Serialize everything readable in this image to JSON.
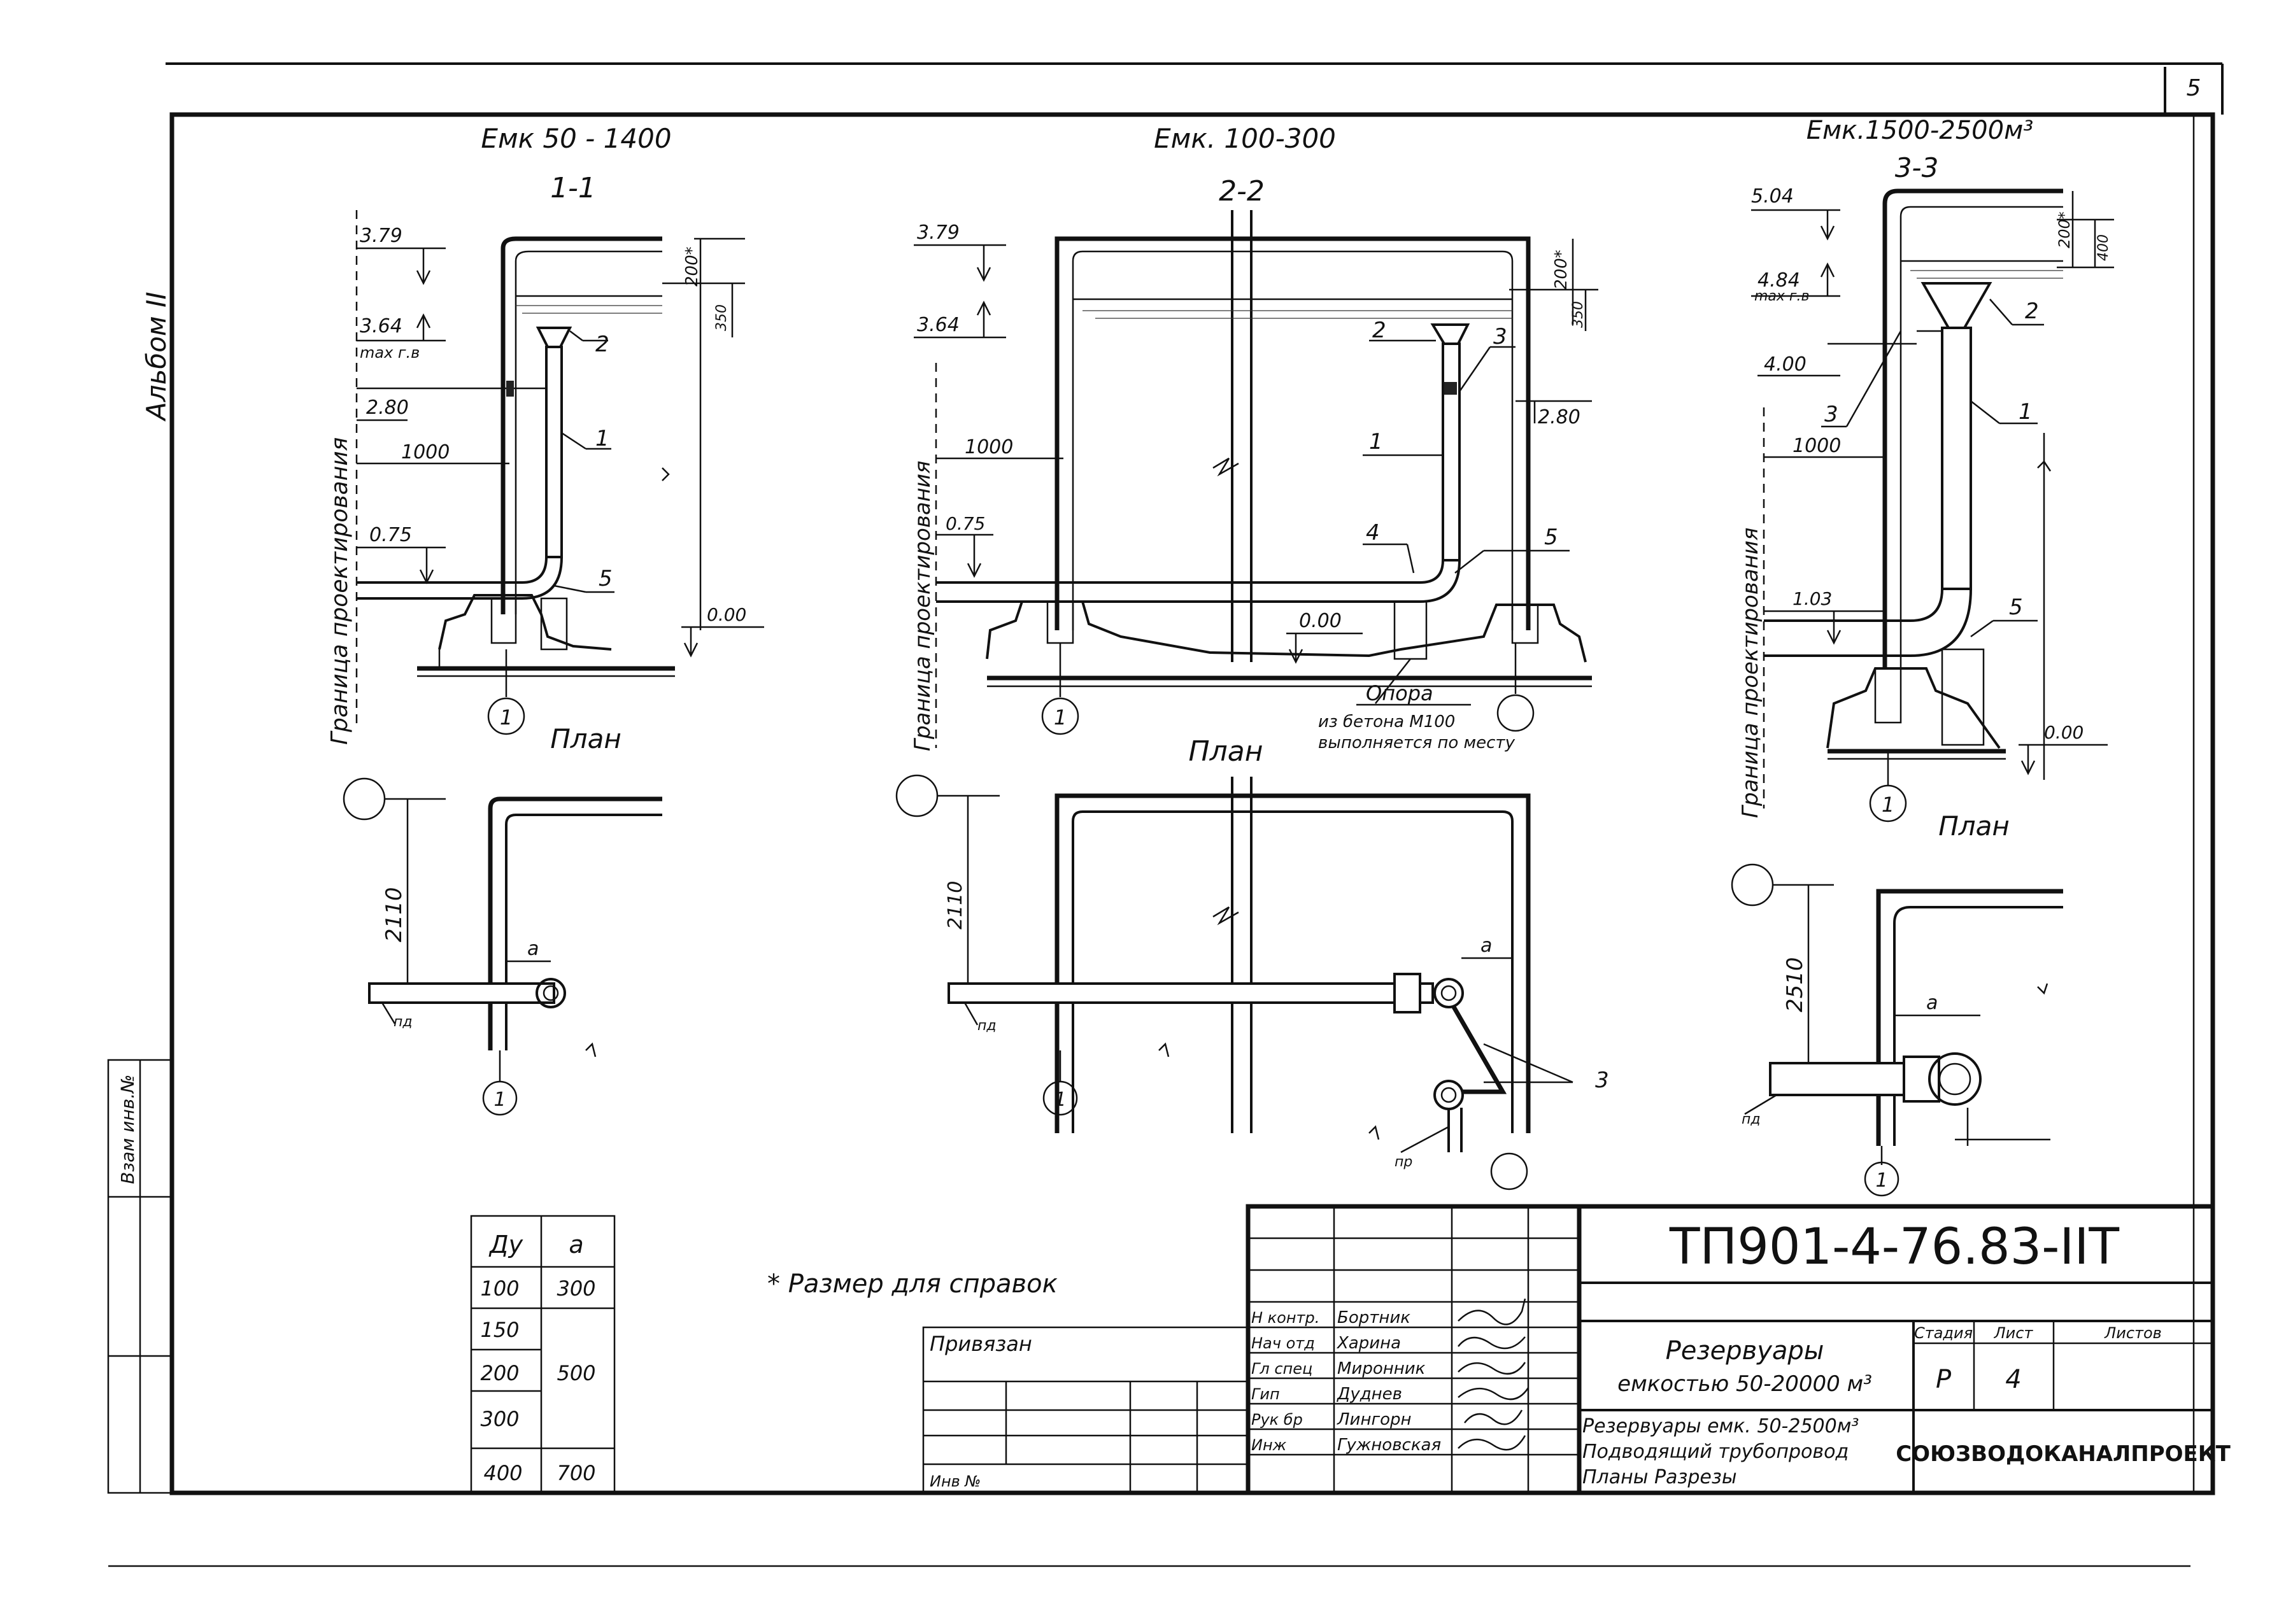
{
  "sheet_number": "5",
  "album_label": "Альбом II",
  "side_stamp": {
    "inv_label": "Взам инв.№"
  },
  "sections": [
    {
      "capacity": "Емк 50 - 1400",
      "section": "1-1",
      "levels": [
        "3.79",
        "3.64",
        "max г.в",
        "2.80",
        "0.75",
        "0.00"
      ],
      "dims": [
        "1000",
        "200*",
        "350"
      ],
      "callouts": [
        "1",
        "2",
        "5"
      ],
      "boundary": "Граница проектирования",
      "axis": "1",
      "plan_title": "План",
      "plan_dims": [
        "2110",
        "a"
      ],
      "plan_label": "пд"
    },
    {
      "capacity": "Емк. 100-300",
      "section": "2-2",
      "levels": [
        "3.79",
        "3.64",
        "2.80",
        "0.75",
        "0.00"
      ],
      "dims": [
        "1000",
        "200*",
        "350"
      ],
      "callouts": [
        "1",
        "2",
        "3",
        "4",
        "5"
      ],
      "boundary": "Граница проектирования",
      "axis": "1",
      "note": [
        "Опора",
        "из бетона М100",
        "выполняется по месту"
      ],
      "plan_title": "План",
      "plan_dims": [
        "2110",
        "a"
      ],
      "plan_labels": [
        "пд",
        "пр"
      ],
      "plan_callout": "3"
    },
    {
      "capacity": "Емк.1500-2500м³",
      "section": "3-3",
      "levels": [
        "5.04",
        "4.84",
        "max г.в",
        "4.00",
        "1.03",
        "0.00"
      ],
      "dims": [
        "1000",
        "200*",
        "400"
      ],
      "callouts": [
        "1",
        "2",
        "3",
        "5"
      ],
      "boundary": "Граница проектирования",
      "axis": "1",
      "plan_title": "План",
      "plan_dims": [
        "2510",
        "a"
      ],
      "plan_label": "пд"
    }
  ],
  "dy_table": {
    "headers": [
      "Ду",
      "a"
    ],
    "rows": [
      [
        "100",
        "300"
      ],
      [
        "150",
        ""
      ],
      [
        "200",
        "500"
      ],
      [
        "300",
        ""
      ],
      [
        "400",
        "700"
      ]
    ]
  },
  "footnote": "* Размер для справок",
  "title_block": {
    "doc_code": "ТП901-4-76.83-IIТ",
    "privyazan": "Привязан",
    "inv": "Инв №",
    "staff": [
      [
        "Н контр.",
        "Бортник"
      ],
      [
        "Нач отд",
        "Харина"
      ],
      [
        "Гл спец",
        "Миронник"
      ],
      [
        "Гип",
        "Дуднев"
      ],
      [
        "Рук бр",
        "Лингорн"
      ],
      [
        "Инж",
        "Гужновская"
      ]
    ],
    "object_title": [
      "Резервуары",
      "емкостью 50-20000 м³"
    ],
    "sheet_title": [
      "Резервуары емк. 50-2500м³",
      "Подводящий трубопровод",
      "Планы Разрезы"
    ],
    "stage_headers": [
      "Стадия",
      "Лист",
      "Листов"
    ],
    "stage": "Р",
    "sheet": "4",
    "sheets": "",
    "organization": "СОЮЗВОДОКАНАЛПРОЕКТ"
  }
}
